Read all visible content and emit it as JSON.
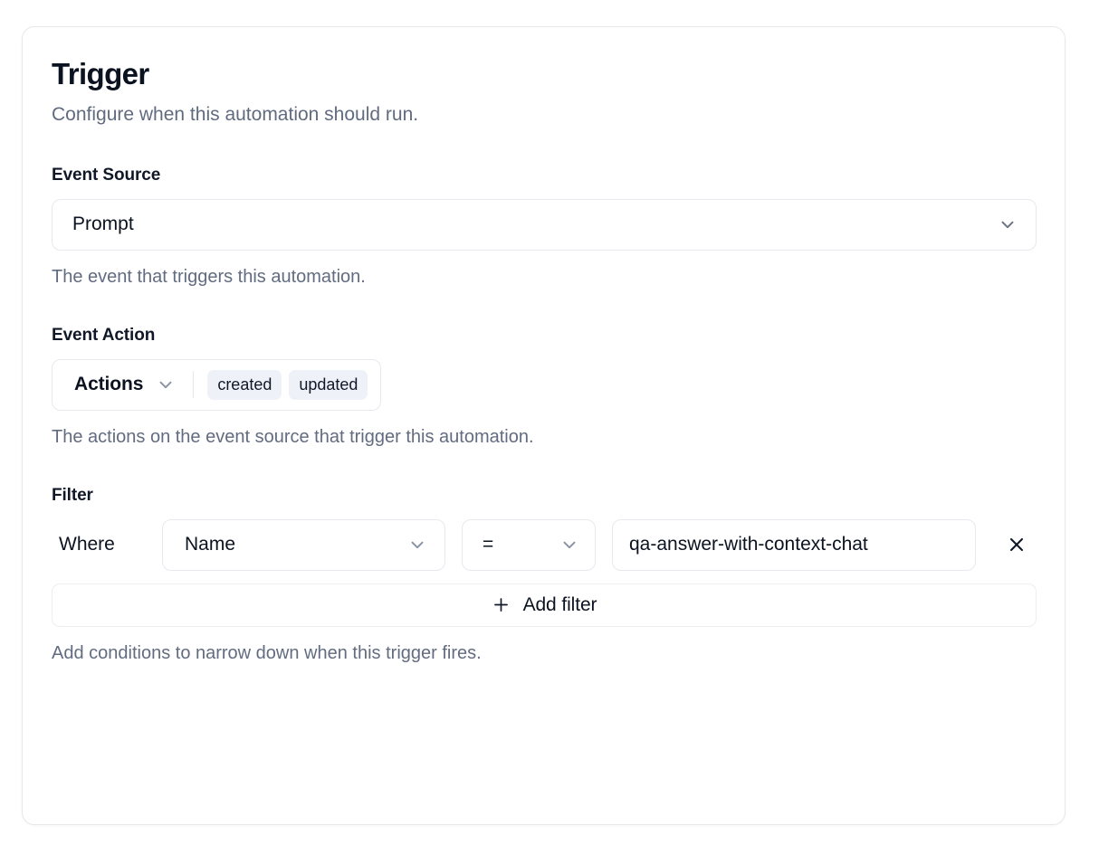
{
  "card": {
    "title": "Trigger",
    "subtitle": "Configure when this automation should run."
  },
  "event_source": {
    "label": "Event Source",
    "value": "Prompt",
    "help": "The event that triggers this automation.",
    "chevron_icon": "chevron-down-icon"
  },
  "event_action": {
    "label": "Event Action",
    "trigger_label": "Actions",
    "chevron_icon": "chevron-down-icon",
    "chips": [
      "created",
      "updated"
    ],
    "help": "The actions on the event source that trigger this automation.",
    "chip_bg": "#eef1f7"
  },
  "filter": {
    "label": "Filter",
    "where_label": "Where",
    "field": {
      "value": "Name",
      "chevron_icon": "chevron-down-icon"
    },
    "operator": {
      "value": "=",
      "chevron_icon": "chevron-down-icon"
    },
    "value_input": {
      "value": "qa-answer-with-context-chat",
      "placeholder": "Value"
    },
    "remove_icon": "close-icon",
    "add_filter": {
      "label": "Add filter",
      "icon": "plus-icon"
    },
    "help": "Add conditions to narrow down when this trigger fires."
  },
  "colors": {
    "text_primary": "#0b1220",
    "text_muted": "#626c80",
    "border": "#e7e9ee",
    "card_border": "#e6e8ec",
    "background": "#ffffff"
  }
}
